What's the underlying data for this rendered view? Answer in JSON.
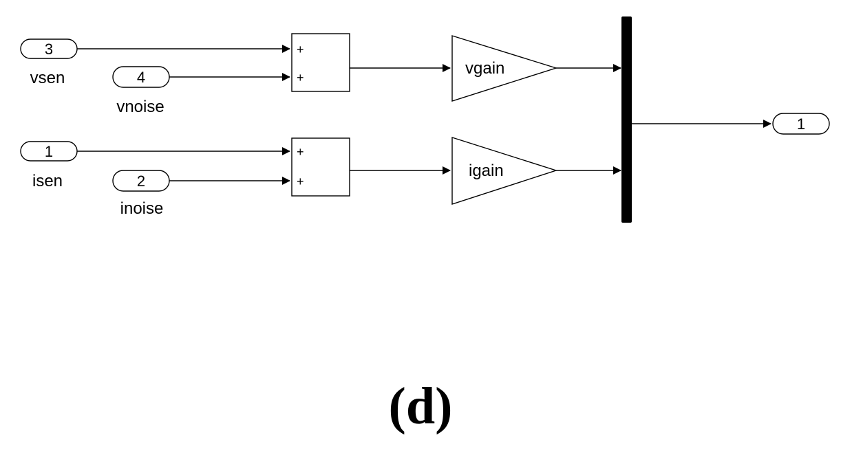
{
  "diagram": {
    "inports": {
      "vsen": {
        "number": "3",
        "name": "vsen"
      },
      "vnoise": {
        "number": "4",
        "name": "vnoise"
      },
      "isen": {
        "number": "1",
        "name": "isen"
      },
      "inoise": {
        "number": "2",
        "name": "inoise"
      }
    },
    "sums": {
      "v": {
        "signs": [
          "+",
          "+"
        ]
      },
      "i": {
        "signs": [
          "+",
          "+"
        ]
      }
    },
    "gains": {
      "v": {
        "label": "vgain"
      },
      "i": {
        "label": "igain"
      }
    },
    "outport": {
      "number": "1"
    },
    "caption": "(d)"
  }
}
